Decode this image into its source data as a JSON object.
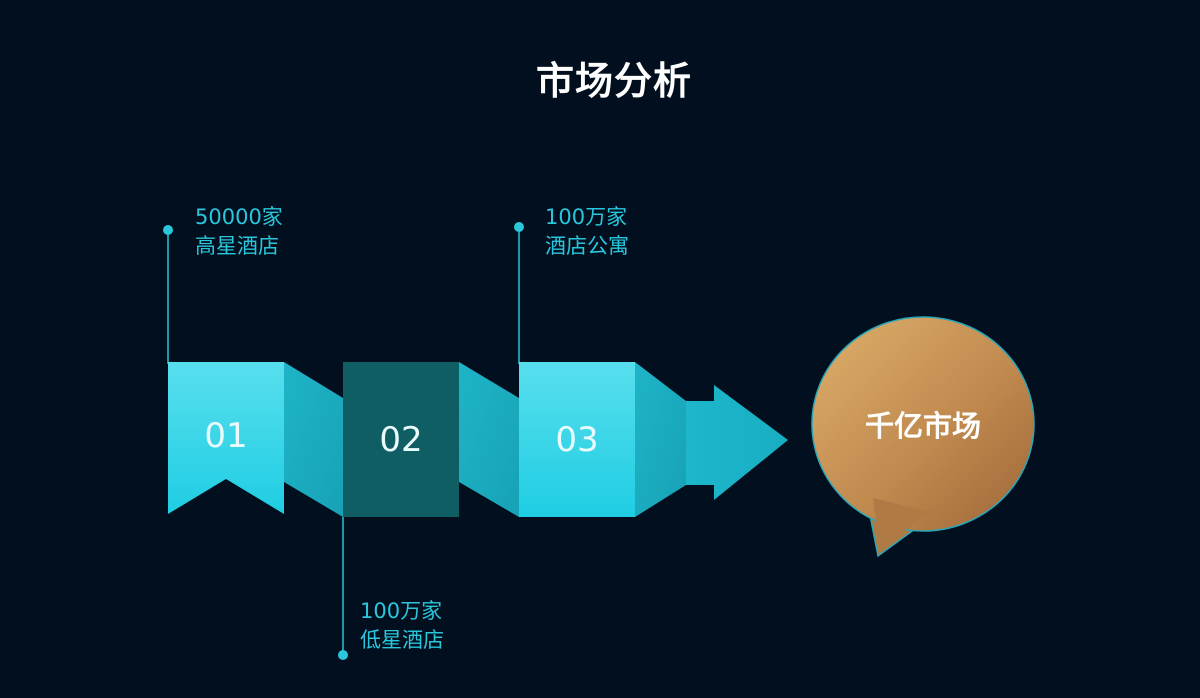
{
  "title": "市场分析",
  "steps": [
    {
      "number": "01",
      "count": "50000家",
      "label": "高星酒店"
    },
    {
      "number": "02",
      "count": "100万家",
      "label": "低星酒店"
    },
    {
      "number": "03",
      "count": "100万家",
      "label": "酒店公寓"
    }
  ],
  "result": {
    "label": "千亿市场"
  },
  "colors": {
    "background": "#020f1e",
    "accent": "#29c6dc",
    "ribbon_light": "#4fdcec",
    "ribbon_dark_block": "#0e5e64",
    "bubble": "#c08a4e"
  }
}
